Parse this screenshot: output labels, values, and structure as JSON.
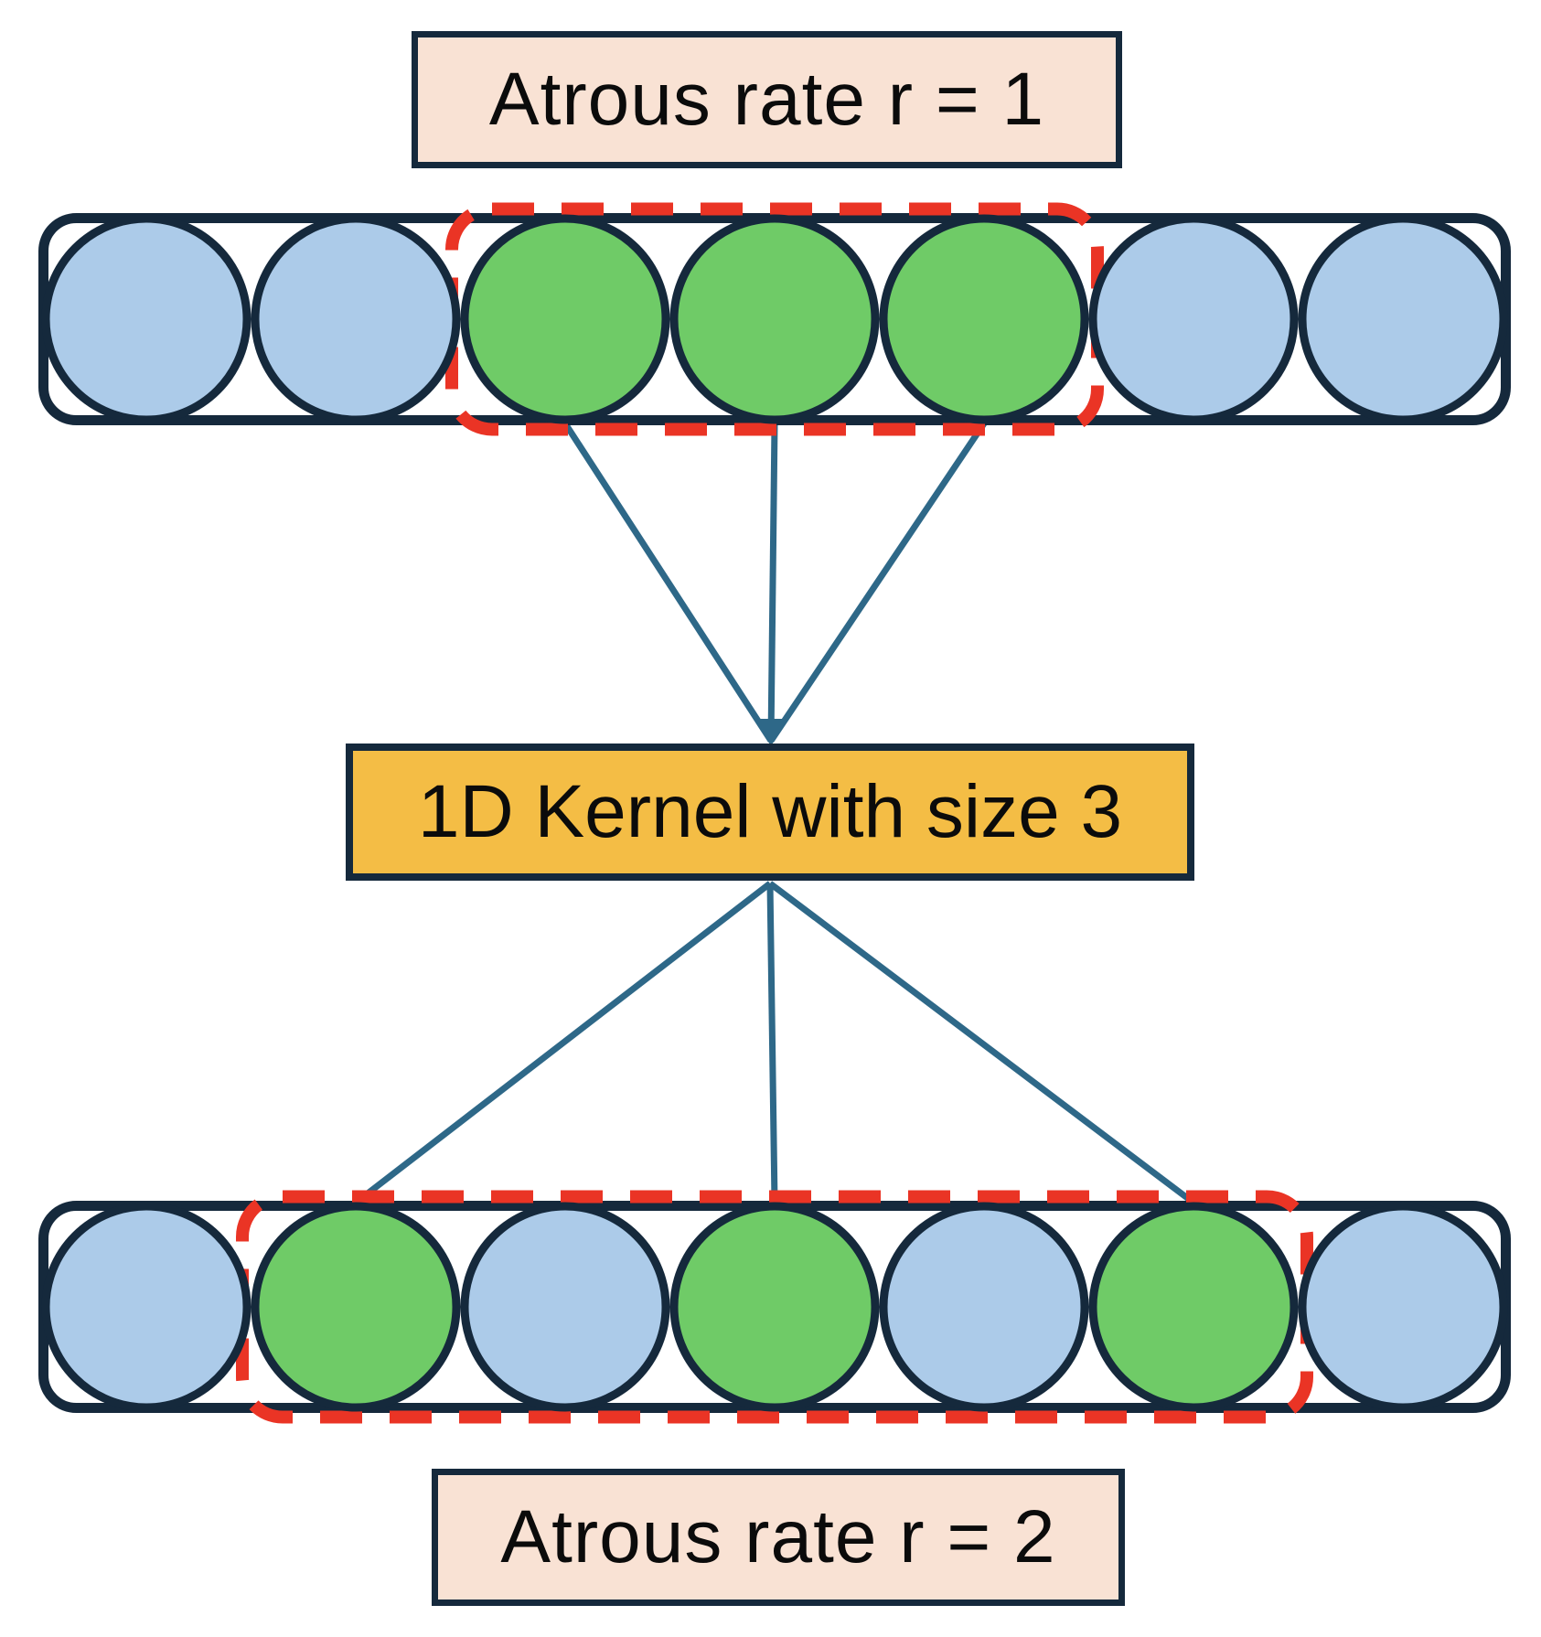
{
  "diagram": {
    "top_caption": "Atrous rate r = 1",
    "kernel_label": "1D Kernel with size 3",
    "bottom_caption": "Atrous rate r = 2",
    "rows": {
      "top": {
        "atrous_rate": 1,
        "cells": [
          "blue",
          "blue",
          "green",
          "green",
          "green",
          "blue",
          "blue"
        ],
        "highlighted_cells": [
          2,
          3,
          4
        ]
      },
      "bottom": {
        "atrous_rate": 2,
        "cells": [
          "blue",
          "green",
          "blue",
          "green",
          "blue",
          "green",
          "blue"
        ],
        "highlighted_window": [
          1,
          5
        ]
      }
    },
    "kernel_size": 3,
    "colors": {
      "cell_blue": "#accbe9",
      "cell_green": "#6fcb67",
      "outline_navy": "#15293c",
      "kernel_fill": "#f4bd45",
      "caption_fill": "#f9e2d4",
      "highlight_red": "#ea3425",
      "connector_blue": "#2e6888",
      "text_black": "#0b0b0b"
    }
  }
}
